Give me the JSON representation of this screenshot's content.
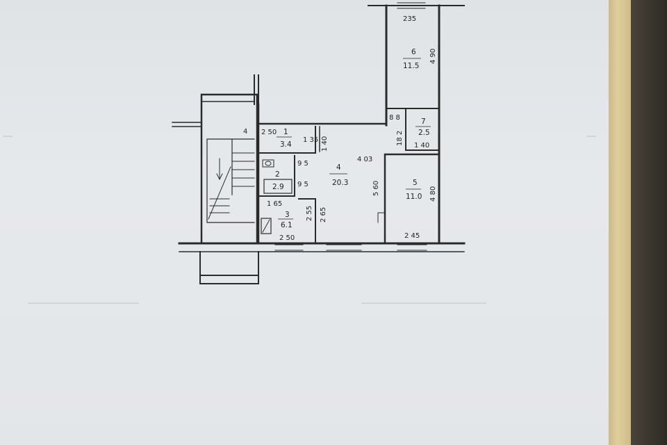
{
  "rooms": {
    "r1": {
      "no": "1",
      "area": "3.4"
    },
    "r2": {
      "no": "2",
      "area": "2.9"
    },
    "r3": {
      "no": "3",
      "area": "6.1"
    },
    "r4": {
      "no": "4",
      "area": "20.3"
    },
    "r5": {
      "no": "5",
      "area": "11.0"
    },
    "r6": {
      "no": "6",
      "area": "11.5"
    },
    "r7": {
      "no": "7",
      "area": "2.5"
    }
  },
  "dimensions": {
    "d235": "235",
    "d490": "4 90",
    "d88": "8 8",
    "d182": "18 2",
    "d140b": "1 40",
    "d250top": "2 50",
    "d135": "1 35",
    "d140a": "1 40",
    "d403": "4 03",
    "d95a": "9 5",
    "d95b": "9 5",
    "d165": "1 65",
    "d255": "2 55",
    "d265": "2 65",
    "d560": "5 60",
    "d480": "4 80",
    "d245": "2 45",
    "d250bottom": "2 50",
    "stair_mark": "4"
  },
  "colors": {
    "paper": "#e3e6e9",
    "ink": "#2a2a2a",
    "edge": "#d8c795"
  }
}
